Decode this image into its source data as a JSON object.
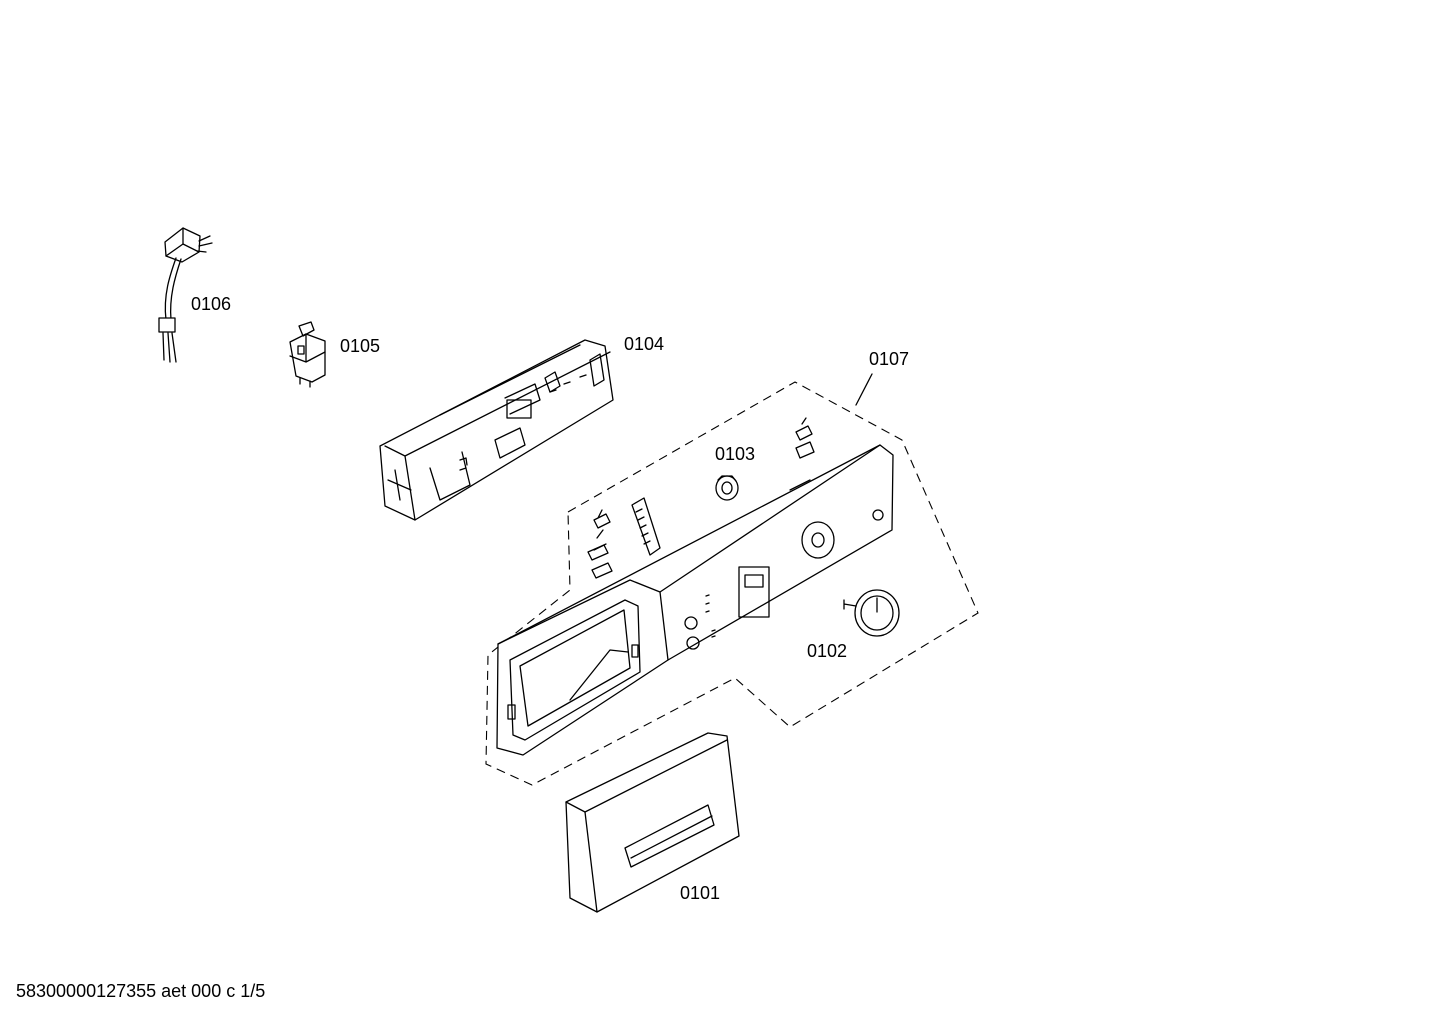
{
  "parts": [
    {
      "id": "part-0101",
      "label": "0101"
    },
    {
      "id": "part-0102",
      "label": "0102"
    },
    {
      "id": "part-0103",
      "label": "0103"
    },
    {
      "id": "part-0104",
      "label": "0104"
    },
    {
      "id": "part-0105",
      "label": "0105"
    },
    {
      "id": "part-0106",
      "label": "0106"
    },
    {
      "id": "part-0107",
      "label": "0107"
    }
  ],
  "footer": {
    "document_id": "58300000127355 aet 000 c 1/5"
  }
}
